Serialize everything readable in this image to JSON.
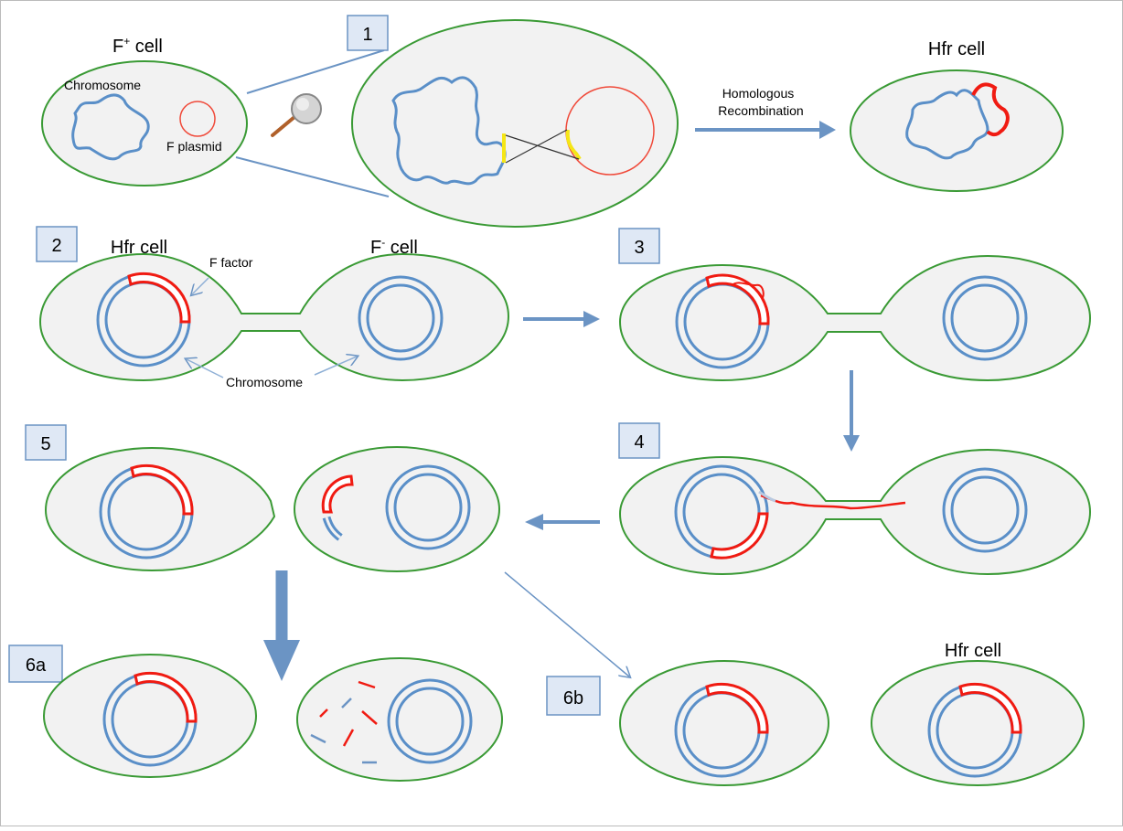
{
  "step_labels": {
    "s1": "1",
    "s2": "2",
    "s3": "3",
    "s4": "4",
    "s5": "5",
    "s6a": "6a",
    "s6b": "6b"
  },
  "row1": {
    "fplus_title": "F",
    "fplus_sup": "+",
    "fplus_suffix": " cell",
    "chromosome_label": "Chromosome",
    "plasmid_label": "F plasmid",
    "recomb_line1": "Homologous",
    "recomb_line2": "Recombination",
    "hfr_title": "Hfr cell"
  },
  "row2": {
    "hfr_title": "Hfr cell",
    "fminus_title": "F",
    "fminus_sup": "-",
    "fminus_suffix": "  cell",
    "ffactor_label": "F factor",
    "chromosome_label": "Chromosome"
  },
  "row4": {
    "hfr_title": "Hfr cell"
  },
  "colors": {
    "cell_border": "#3a9a35",
    "cell_fill": "#f2f2f2",
    "chromosome": "#5a8fc8",
    "f_factor": "#f01b12",
    "crossover_marker": "#f5e616",
    "arrow": "#6b94c4"
  }
}
